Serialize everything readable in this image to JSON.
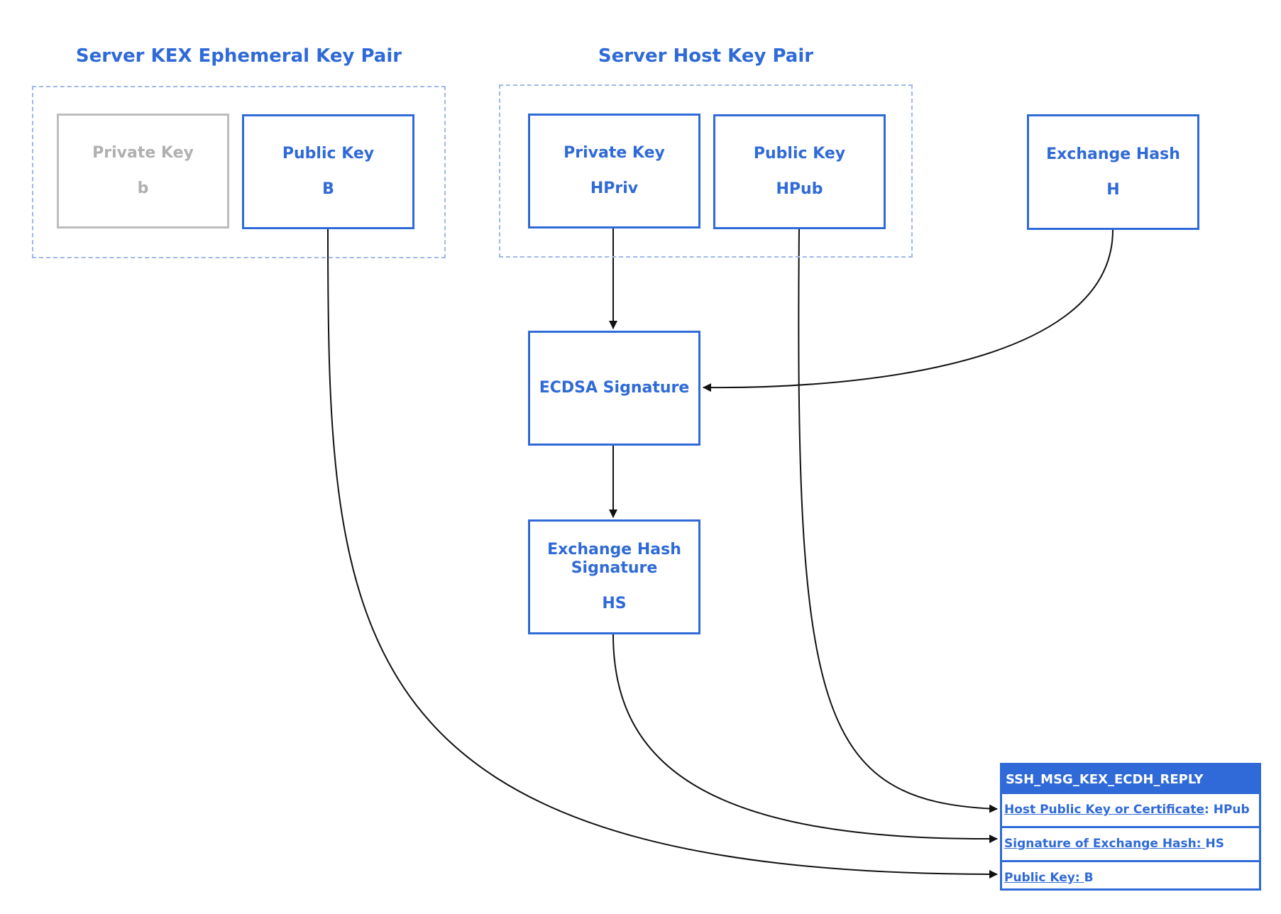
{
  "colors": {
    "accent": "#2f6ad8",
    "muted": "#b0b0b0",
    "group_border": "#9db8ec",
    "arrow": "#111111"
  },
  "groups": {
    "ephemeral": {
      "title": "Server KEX Ephemeral Key Pair"
    },
    "host": {
      "title": "Server Host Key Pair"
    }
  },
  "nodes": {
    "ephemeral_private": {
      "label": "Private Key",
      "value": "b"
    },
    "ephemeral_public": {
      "label": "Public Key",
      "value": "B"
    },
    "host_private": {
      "label": "Private Key",
      "value": "HPriv"
    },
    "host_public": {
      "label": "Public Key",
      "value": "HPub"
    },
    "exchange_hash": {
      "label": "Exchange Hash",
      "value": "H"
    },
    "ecdsa": {
      "label": "ECDSA Signature"
    },
    "hash_signature": {
      "label": "Exchange Hash Signature",
      "value": "HS"
    }
  },
  "message": {
    "title": "SSH_MSG_KEX_ECDH_REPLY",
    "fields": [
      {
        "name": "Host Public Key or Certificate",
        "separator": ": ",
        "value": "HPub"
      },
      {
        "name": "Signature of Exchange Hash: ",
        "separator": "",
        "value": "HS"
      },
      {
        "name": "Public Key: ",
        "separator": "",
        "value": "B"
      }
    ]
  }
}
